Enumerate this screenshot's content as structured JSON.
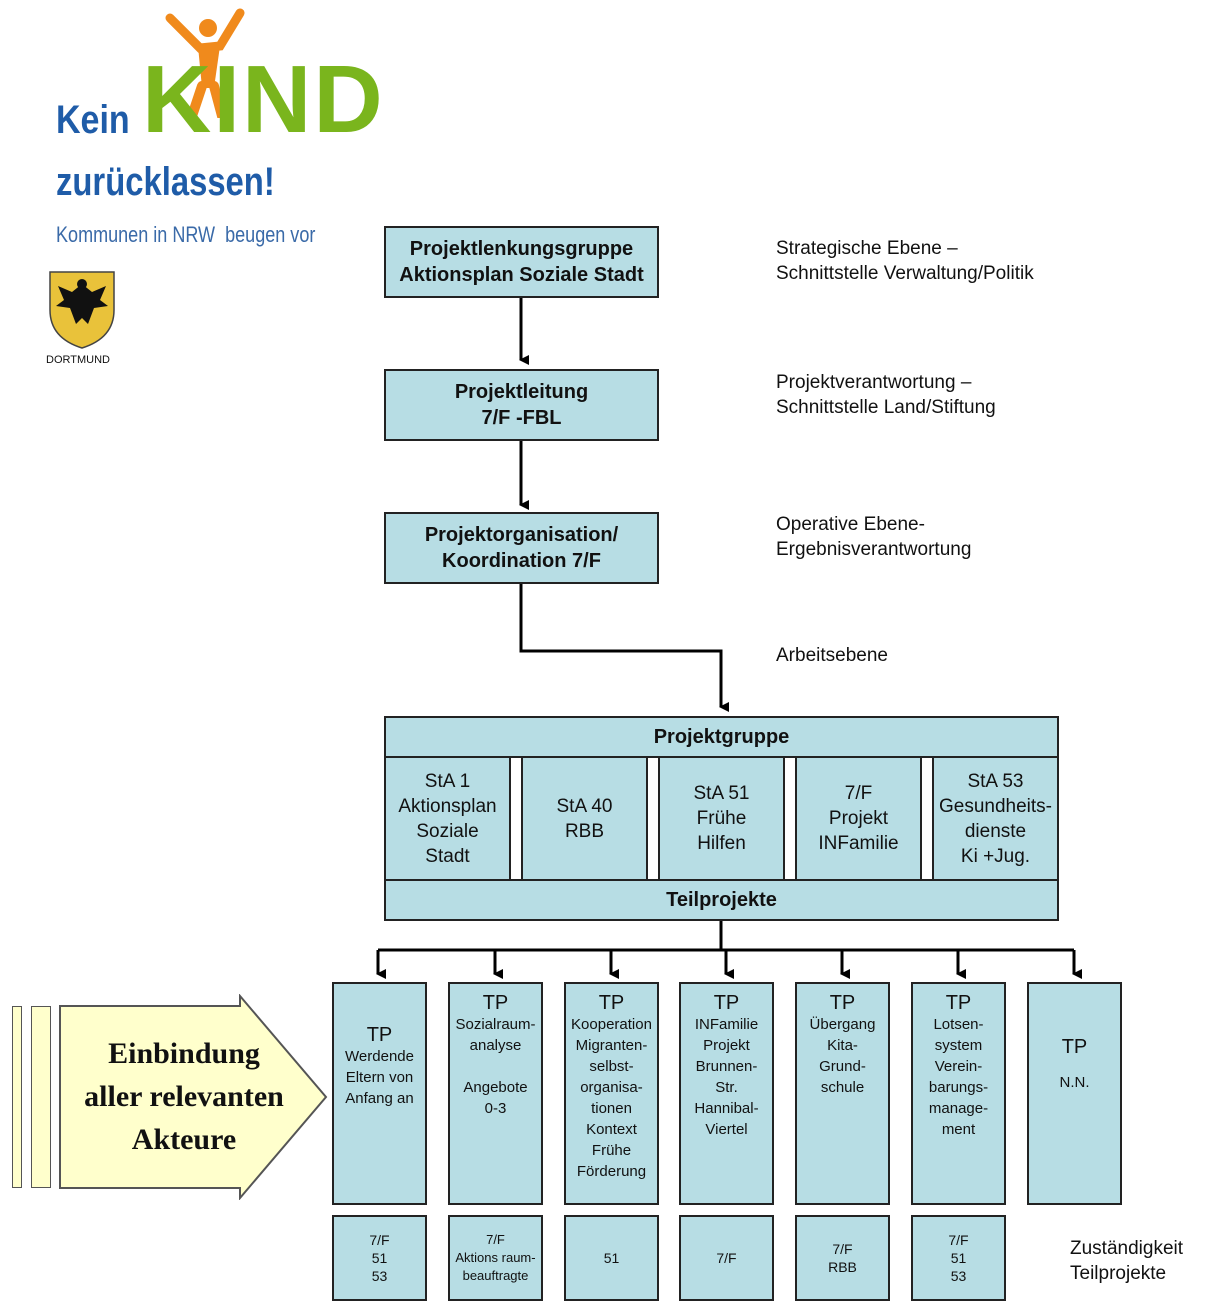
{
  "logo": {
    "kein": "Kein",
    "kind": "KIND",
    "zurueck": "zurücklassen!",
    "tagline": "Kommunen in NRW  beugen vor",
    "city": "DORTMUND"
  },
  "levels": {
    "top": "Projektlenkungsgruppe\nAktionsplan Soziale Stadt",
    "lead": "Projektleitung\n7/F -FBL",
    "org": "Projektorganisation/\nKoordination 7/F"
  },
  "notes": {
    "strategic": "Strategische Ebene –\nSchnittstelle Verwaltung/Politik",
    "responsibility": "Projektverantwortung –\nSchnittstelle Land/Stiftung",
    "operative": "Operative Ebene-\nErgebnisverantwortung",
    "work": "Arbeitsebene",
    "tp_resp": "Zuständigkeit\nTeilprojekte"
  },
  "projektgruppe": {
    "title": "Projektgruppe",
    "cells": [
      "StA 1\nAktionsplan\nSoziale\nStadt",
      "StA 40\nRBB",
      "StA 51\nFrühe\nHilfen",
      "7/F\nProjekt\nINFamilie",
      "StA 53\nGesundheits-\ndienste\nKi +Jug."
    ],
    "footer": "Teilprojekte"
  },
  "teilprojekte": [
    {
      "tp": "TP",
      "desc": "Werdende\nEltern von\nAnfang an",
      "resp": "7/F\n51\n53"
    },
    {
      "tp": "TP",
      "desc": "Sozialraum-\nanalyse\n\nAngebote\n0-3",
      "resp": "7/F\nAktions raum-\nbeauftragte"
    },
    {
      "tp": "TP",
      "desc": "Kooperation\nMigranten-\nselbst-\norganisa-\ntionen\nKontext\nFrühe\nFörderung",
      "resp": "51"
    },
    {
      "tp": "TP",
      "desc": "INFamilie\nProjekt\nBrunnen-\nStr.\nHannibal-\nViertel",
      "resp": "7/F"
    },
    {
      "tp": "TP",
      "desc": "Übergang\nKita-\nGrund-\nschule",
      "resp": "7/F\nRBB"
    },
    {
      "tp": "TP",
      "desc": "Lotsen-\nsystem\nVerein-\nbarungs-\nmanage-\nment",
      "resp": "7/F\n51\n53"
    },
    {
      "tp": "TP",
      "desc": "N.N.",
      "resp": ""
    }
  ],
  "arrow_label": "Einbindung\naller relevanten\nAkteure",
  "colors": {
    "box": "#b7dde4",
    "arrow_fill": "#ffffcc",
    "logo_blue": "#1f5ca8",
    "logo_green": "#7ab51d",
    "logo_orange": "#f08a1c"
  }
}
